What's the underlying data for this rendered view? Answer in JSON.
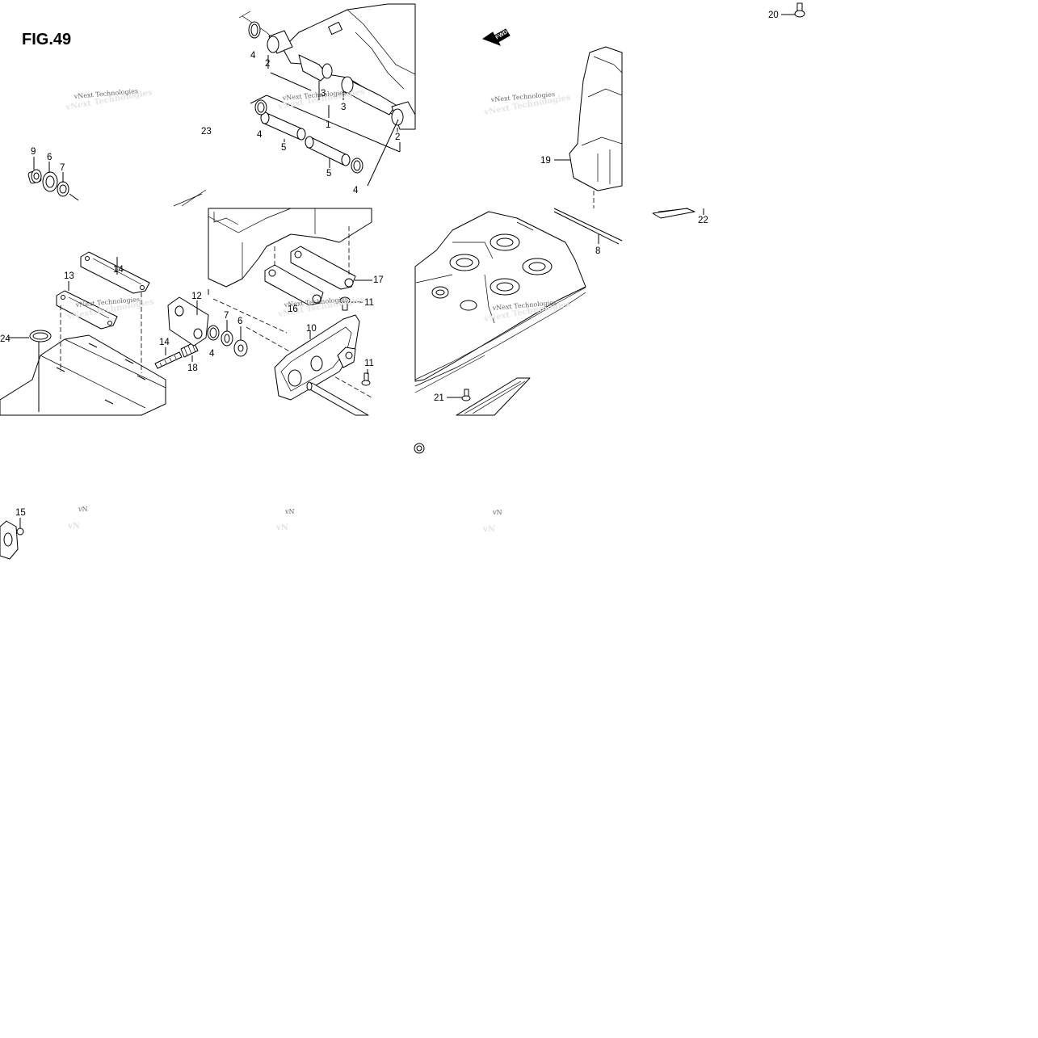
{
  "figure": {
    "title": "FIG.49"
  },
  "watermark": {
    "brand": "vNext Technologies",
    "brand_short": "vN"
  },
  "direction_arrow": {
    "label": "FWD"
  },
  "callouts": [
    "1",
    "2",
    "2",
    "3",
    "3",
    "4",
    "4",
    "4",
    "4",
    "5",
    "5",
    "6",
    "6",
    "7",
    "7",
    "8",
    "9",
    "10",
    "11",
    "11",
    "12",
    "13",
    "14",
    "14",
    "15",
    "16",
    "17",
    "18",
    "19",
    "20",
    "21",
    "22",
    "23",
    "24"
  ]
}
